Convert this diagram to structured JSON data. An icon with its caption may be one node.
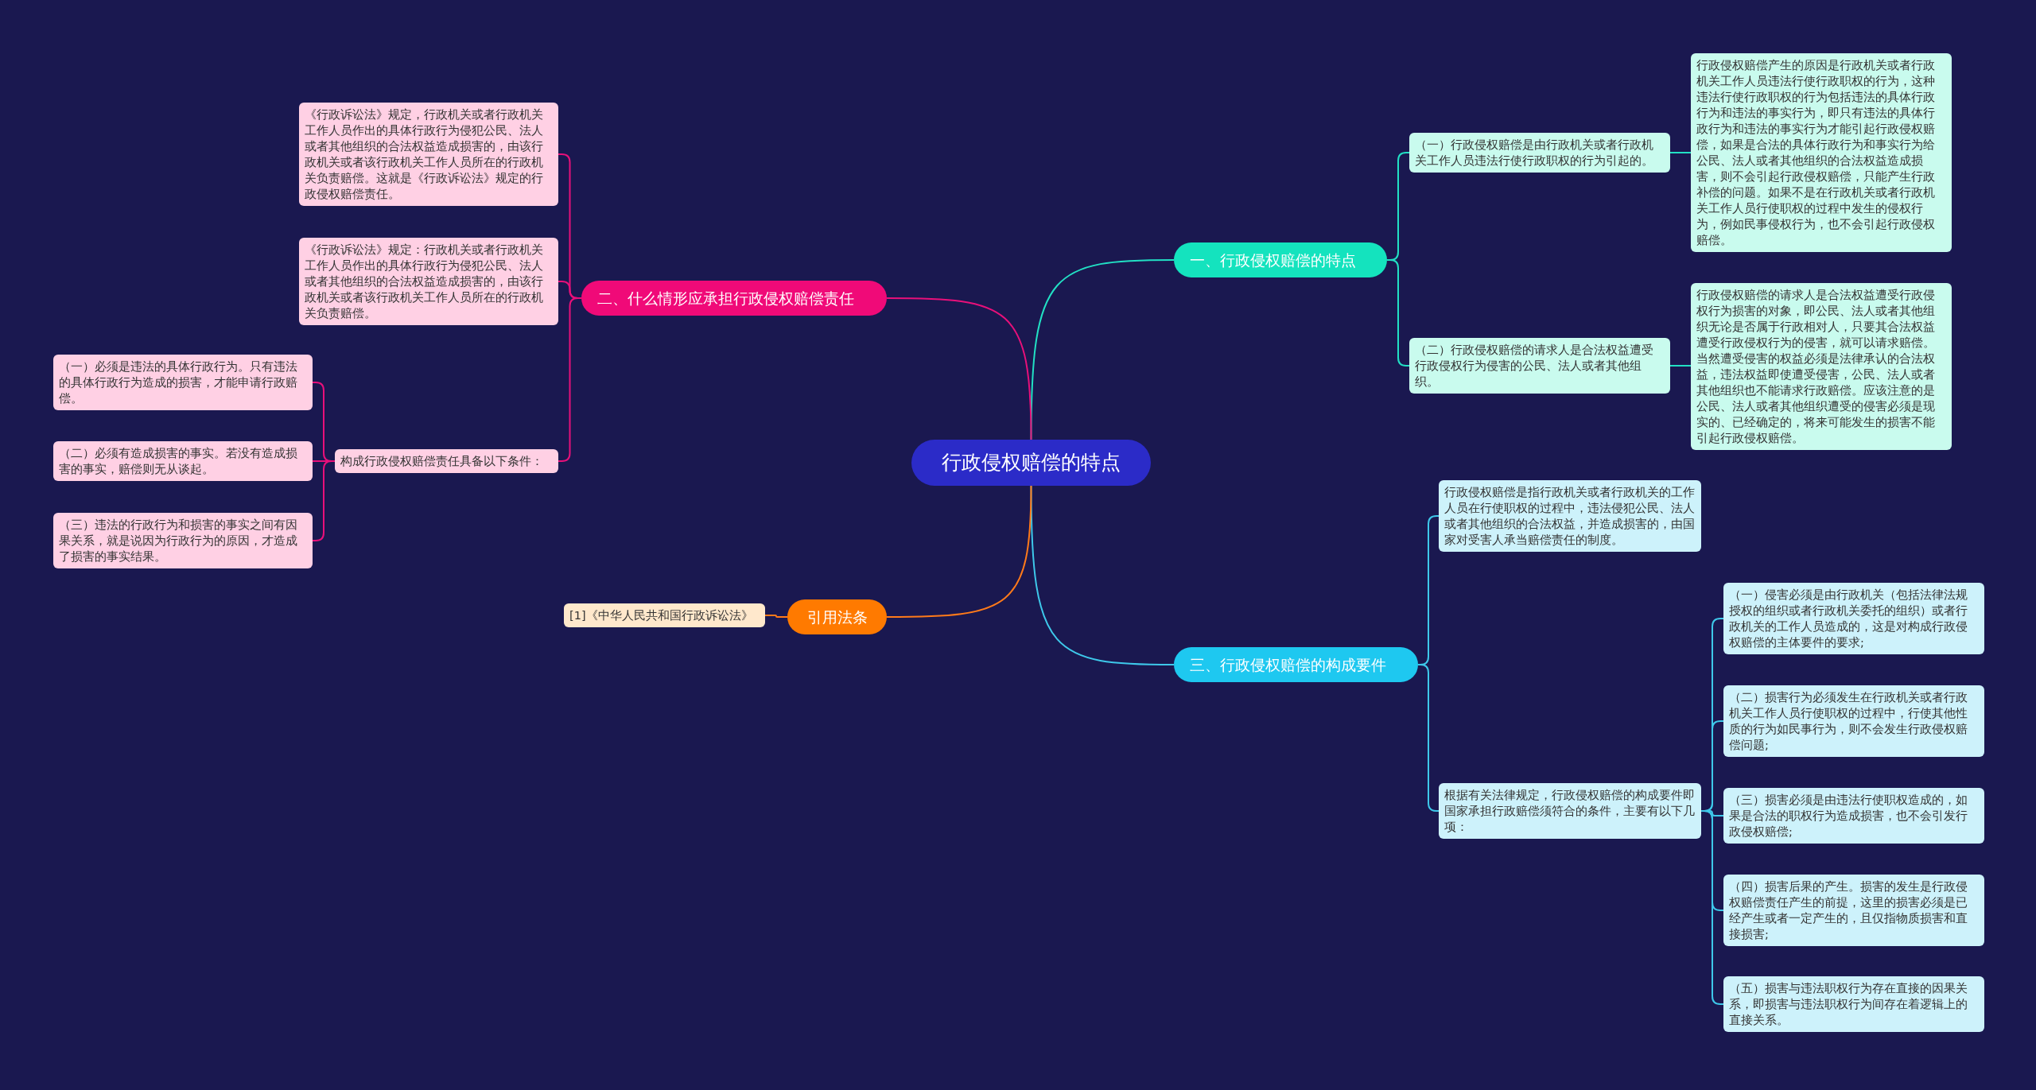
{
  "diagram": {
    "nodes": [
      {
        "text": [
          "行政侵权赔偿的特点"
        ]
      },
      {
        "text": [
          "一、行政侵权赔偿的特点"
        ]
      },
      {
        "text": [
          "（一）行政侵权赔偿是由行政机关或者行政机关工作人员违法行使行政职权的行为引起的。"
        ]
      },
      {
        "text": [
          "行政侵权赔偿产生的原因是行政机关或者行政机关工作人员违法行使行政职权的行为，这种违法行使行政职权的行为包括违法的具体行政行为和违法的事实行为，即只有违法的具体行政行为和违法的事实行为才能引起行政侵权赔偿，如果是合法的具体行政行为和事实行为给公民、法人或者其他组织的合法权益造成损害，则不会引起行政侵权赔偿，只能产生行政补偿的问题。如果不是在行政机关或者行政机关工作人员行使职权的过程中发生的侵权行为，例如民事侵权行为，也不会引起行政侵权赔偿。"
        ]
      },
      {
        "text": [
          "（二）行政侵权赔偿的请求人是合法权益遭受行政侵权行为侵害的公民、法人或者其他组织。"
        ]
      },
      {
        "text": [
          "行政侵权赔偿的请求人是合法权益遭受行政侵权行为损害的对象，即公民、法人或者其他组织无论是否属于行政相对人，只要其合法权益遭受行政侵权行为的侵害，就可以请求赔偿。当然遭受侵害的权益必须是法律承认的合法权益，违法权益即使遭受侵害，公民、法人或者其他组织也不能请求行政赔偿。应该注意的是公民、法人或者其他组织遭受的侵害必须是现实的、已经确定的，将来可能发生的损害不能引起行政侵权赔偿。"
        ]
      },
      {
        "text": [
          "三、行政侵权赔偿的构成要件"
        ]
      },
      {
        "text": [
          "行政侵权赔偿是指行政机关或者行政机关的工作人员在行使职权的过程中，违法侵犯公民、法人或者其他组织的合法权益，并造成损害的，由国家对受害人承当赔偿责任的制度。"
        ]
      },
      {
        "text": [
          "根据有关法律规定，行政侵权赔偿的构成要件即国家承担行政赔偿须符合的条件，主要有以下几项："
        ]
      },
      {
        "text": [
          "（一）侵害必须是由行政机关（包括法律法规授权的组织或者行政机关委托的组织）或者行政机关的工作人员造成的，这是对构成行政侵权赔偿的主体要件的要求;"
        ]
      },
      {
        "text": [
          "（二）损害行为必须发生在行政机关或者行政机关工作人员行使职权的过程中，行使其他性质的行为如民事行为，则不会发生行政侵权赔偿问题;"
        ]
      },
      {
        "text": [
          "（三）损害必须是由违法行使职权造成的，如果是合法的职权行为造成损害，也不会引发行政侵权赔偿;"
        ]
      },
      {
        "text": [
          "（四）损害后果的产生。损害的发生是行政侵权赔偿责任产生的前提，这里的损害必须是已经产生或者一定产生的，且仅指物质损害和直接损害;"
        ]
      },
      {
        "text": [
          "（五）损害与违法职权行为存在直接的因果关系，即损害与违法职权行为间存在着逻辑上的直接关系。"
        ]
      },
      {
        "text": [
          "二、什么情形应承担行政侵权赔偿责任"
        ]
      },
      {
        "text": [
          "《行政诉讼法》规定，行政机关或者行政机关工作人员作出的具体行政行为侵犯公民、法人或者其他组织的合法权益造成损害的，由该行政机关或者该行政机关工作人员所在的行政机关负责赔偿。这就是《行政诉讼法》规定的行政侵权赔偿责任。"
        ]
      },
      {
        "text": [
          "《行政诉讼法》规定：行政机关或者行政机关工作人员作出的具体行政行为侵犯公民、法人或者其他组织的合法权益造成损害的，由该行政机关或者该行政机关工作人员所在的行政机关负责赔偿。"
        ]
      },
      {
        "text": [
          "构成行政侵权赔偿责任具备以下条件："
        ]
      },
      {
        "text": [
          "（一）必须是违法的具体行政行为。只有违法的具体行政行为造成的损害，才能申请行政赔偿。"
        ]
      },
      {
        "text": [
          "（二）必须有造成损害的事实。若没有造成损害的事实，赔偿则无从谈起。"
        ]
      },
      {
        "text": [
          "（三）违法的行政行为和损害的事实之间有因果关系，就是说因为行政行为的原因，才造成了损害的事实结果。"
        ]
      },
      {
        "text": [
          "引用法条"
        ]
      },
      {
        "text": [
          "[1]《中华人民共和国行政诉讼法》"
        ]
      }
    ],
    "edges": [
      {
        "from": 0,
        "to": 1,
        "arrow": "none",
        "color": "#22e0c4"
      },
      {
        "from": 1,
        "to": 2,
        "arrow": "none",
        "color": "#22e0c4"
      },
      {
        "from": 2,
        "to": 3,
        "arrow": "none",
        "color": "#22e0c4"
      },
      {
        "from": 1,
        "to": 4,
        "arrow": "none",
        "color": "#22e0c4"
      },
      {
        "from": 4,
        "to": 5,
        "arrow": "none",
        "color": "#22e0c4"
      },
      {
        "from": 0,
        "to": 6,
        "arrow": "none"
      },
      {
        "from": 6,
        "to": 7,
        "arrow": "none"
      },
      {
        "from": 6,
        "to": 8,
        "arrow": "none"
      },
      {
        "from": 8,
        "to": 9,
        "arrow": "none"
      },
      {
        "from": 8,
        "to": 10,
        "arrow": "none"
      },
      {
        "from": 8,
        "to": 11,
        "arrow": "none"
      },
      {
        "from": 8,
        "to": 12,
        "arrow": "none"
      },
      {
        "from": 8,
        "to": 13,
        "arrow": "none"
      },
      {
        "from": 0,
        "to": 14,
        "arrow": "none",
        "color": "#e8107a"
      },
      {
        "from": 14,
        "to": 15,
        "arrow": "none",
        "color": "#e8107a"
      },
      {
        "from": 14,
        "to": 16,
        "arrow": "none",
        "color": "#e8107a"
      },
      {
        "from": 14,
        "to": 17,
        "arrow": "none",
        "color": "#e8107a"
      },
      {
        "from": 17,
        "to": 18,
        "arrow": "none",
        "color": "#e8107a"
      },
      {
        "from": 17,
        "to": 19,
        "arrow": "none",
        "color": "#e8107a"
      },
      {
        "from": 17,
        "to": 20,
        "arrow": "none",
        "color": "#e8107a"
      },
      {
        "from": 0,
        "to": 21,
        "arrow": "none",
        "color": "#ff7a1a"
      },
      {
        "from": 21,
        "to": 22,
        "arrow": "none",
        "color": "#ff7a1a"
      }
    ]
  }
}
